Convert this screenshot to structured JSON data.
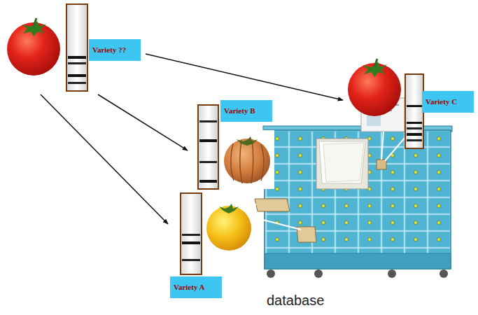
{
  "diagram": {
    "nodes": [
      {
        "text": [
          "Variety ??"
        ]
      },
      {
        "text": [
          "Variety C"
        ]
      },
      {
        "text": [
          "Variety B"
        ]
      },
      {
        "text": [
          "Variety A"
        ]
      }
    ],
    "edges": [
      {
        "from": 0,
        "to": 1,
        "arrow": "to"
      },
      {
        "from": 0,
        "to": 2,
        "arrow": "to"
      },
      {
        "from": 0,
        "to": 3,
        "arrow": "to"
      }
    ],
    "labels": [
      "database"
    ]
  }
}
